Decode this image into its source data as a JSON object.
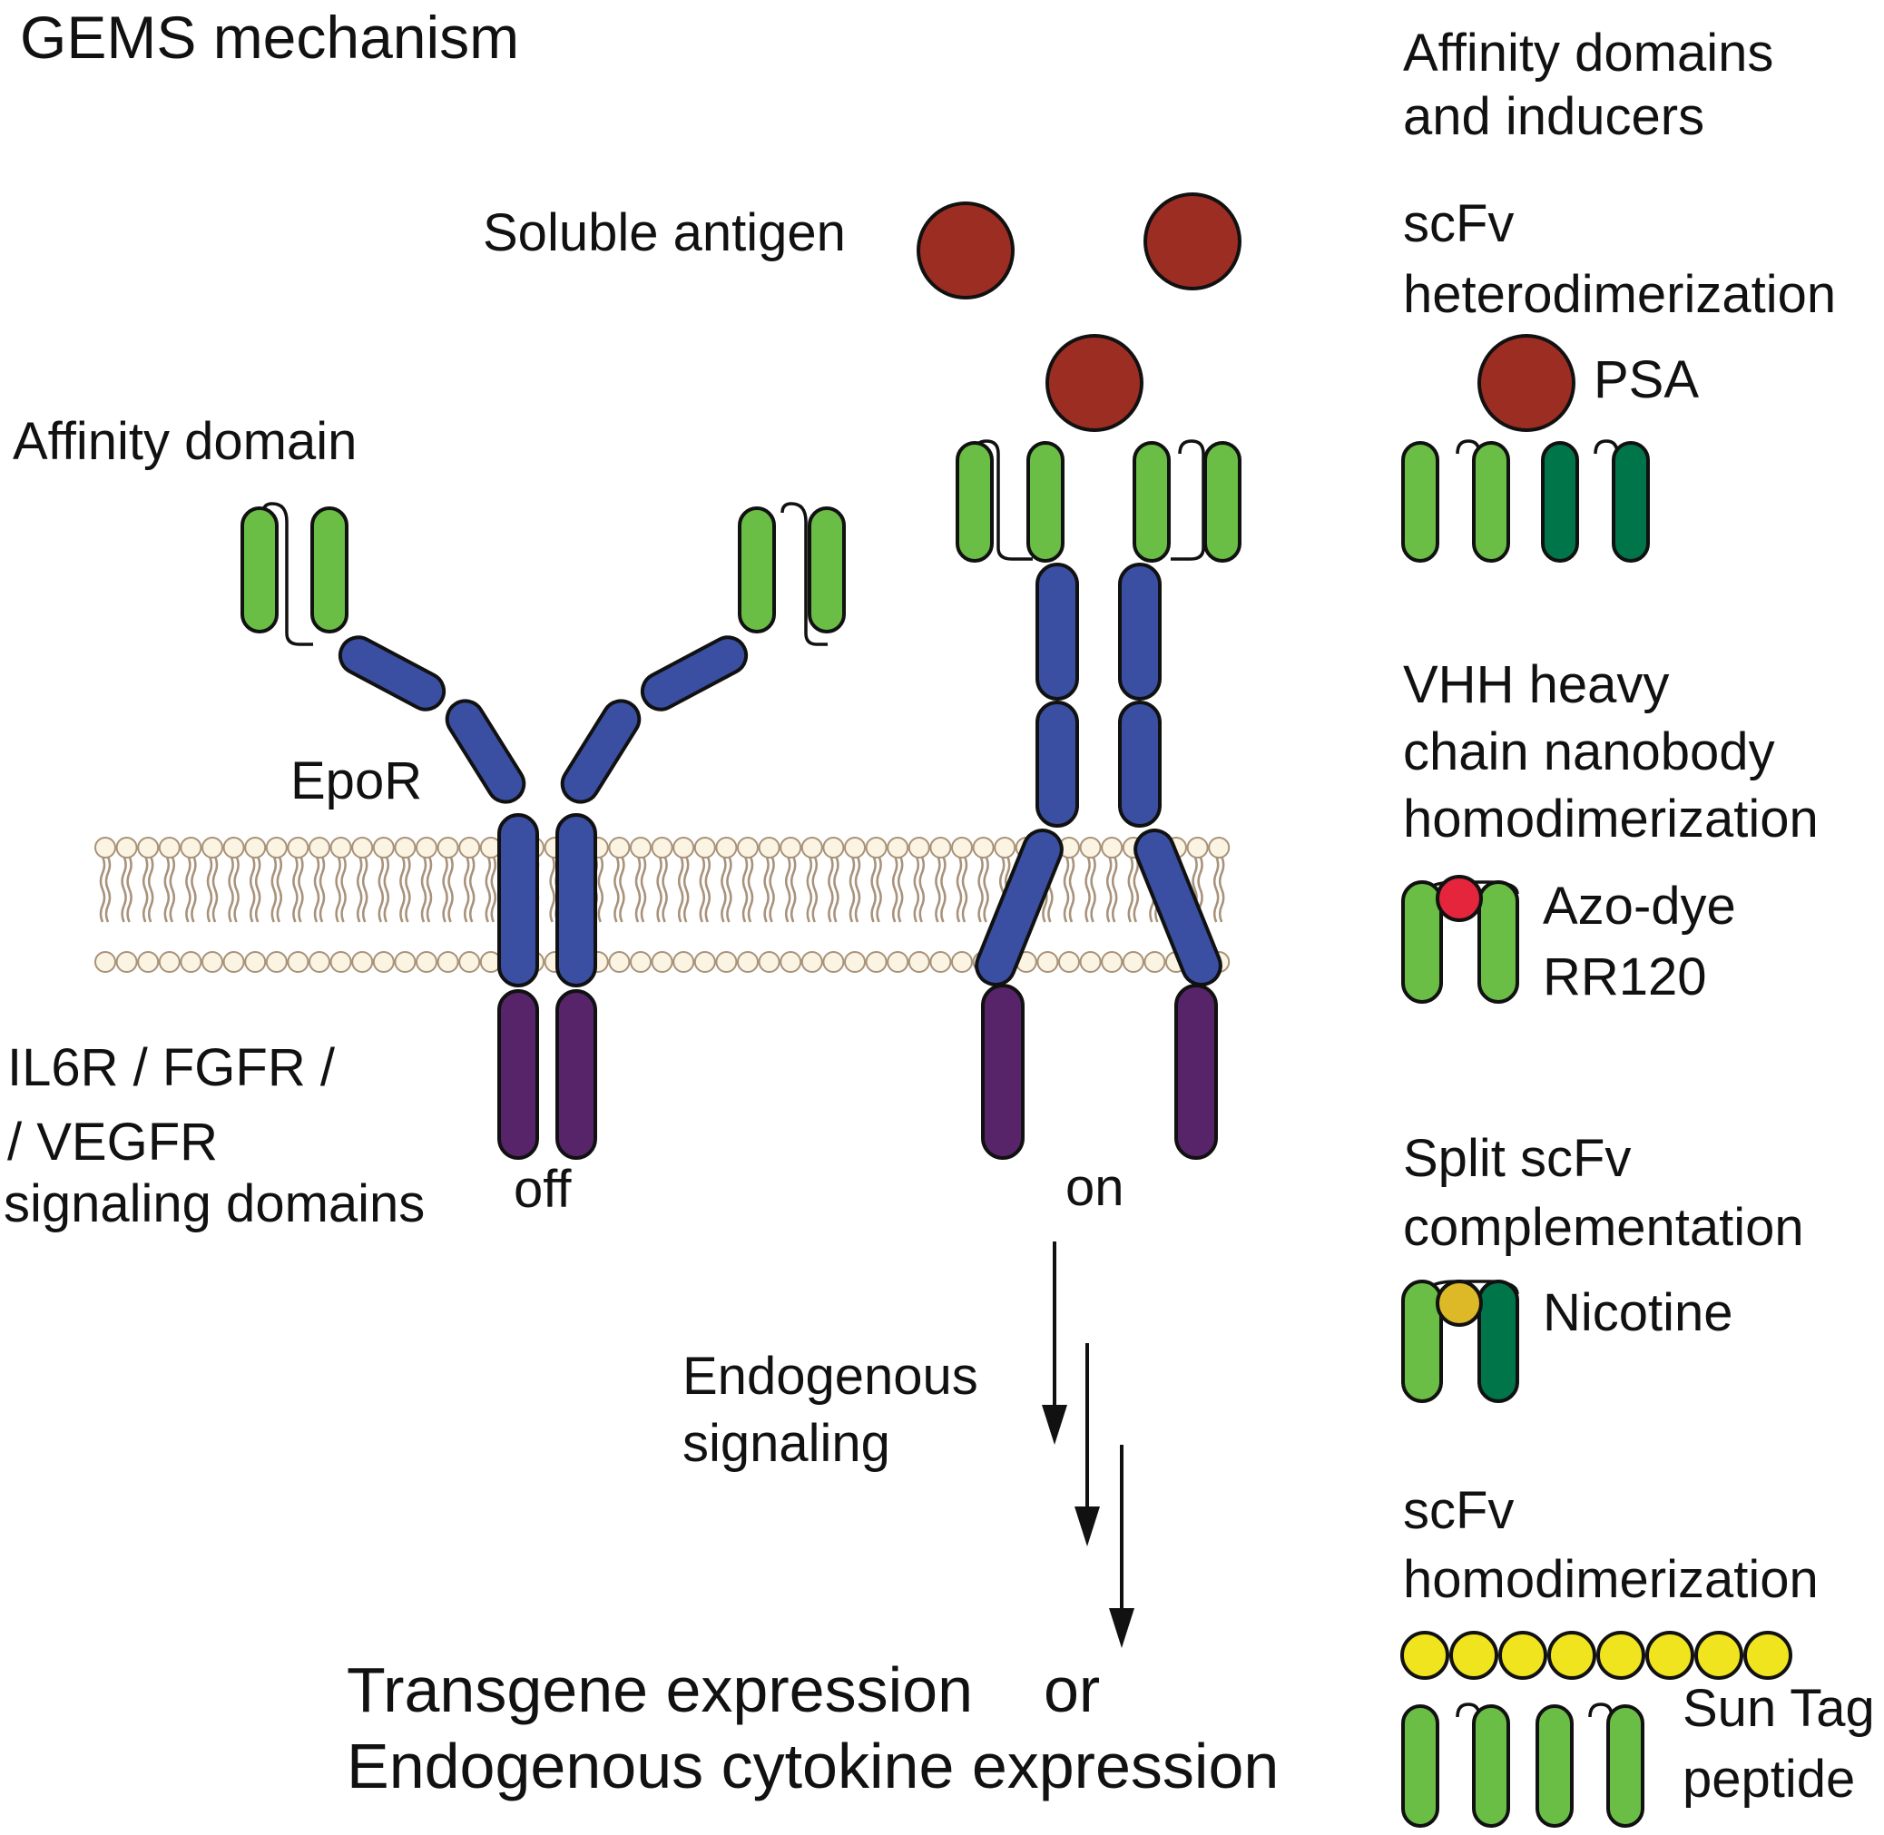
{
  "title": "GEMS mechanism",
  "labels": {
    "soluble_antigen": "Soluble antigen",
    "affinity_domain": "Affinity domain",
    "epor": "EpoR",
    "signaling_line1": "IL6R / FGFR /",
    "signaling_line2": "/ VEGFR",
    "signaling_line3": "signaling domains",
    "off": "off",
    "on": "on",
    "endogenous_line1": "Endogenous",
    "endogenous_line2": "signaling",
    "output_line1a": "Transgene expression",
    "output_line1b": "or",
    "output_line2": "Endogenous cytokine expression"
  },
  "side_panel": {
    "header_line1": "Affinity domains",
    "header_line2": "and inducers",
    "sections": [
      {
        "title_lines": [
          "scFv",
          "heterodimerization"
        ],
        "inducer": "PSA"
      },
      {
        "title_lines": [
          "VHH heavy",
          "chain nanobody",
          "homodimerization"
        ],
        "inducer_lines": [
          "Azo-dye",
          "RR120"
        ]
      },
      {
        "title_lines": [
          "Split scFv",
          "complementation"
        ],
        "inducer": "Nicotine"
      },
      {
        "title_lines": [
          "scFv",
          "homodimerization"
        ],
        "inducer_lines": [
          "Sun Tag",
          "peptide"
        ]
      }
    ]
  },
  "colors": {
    "antigen": "#9b2d22",
    "affinity_green": "#6abd45",
    "dark_green": "#00754a",
    "epor_blue": "#3a4fa2",
    "signaling_purple": "#57246a",
    "membrane_head": "#fbf4e2",
    "membrane_tail": "#a8927a",
    "azo_dye": "#e5253b",
    "nicotine": "#ddb928",
    "suntag": "#f0e41f"
  }
}
